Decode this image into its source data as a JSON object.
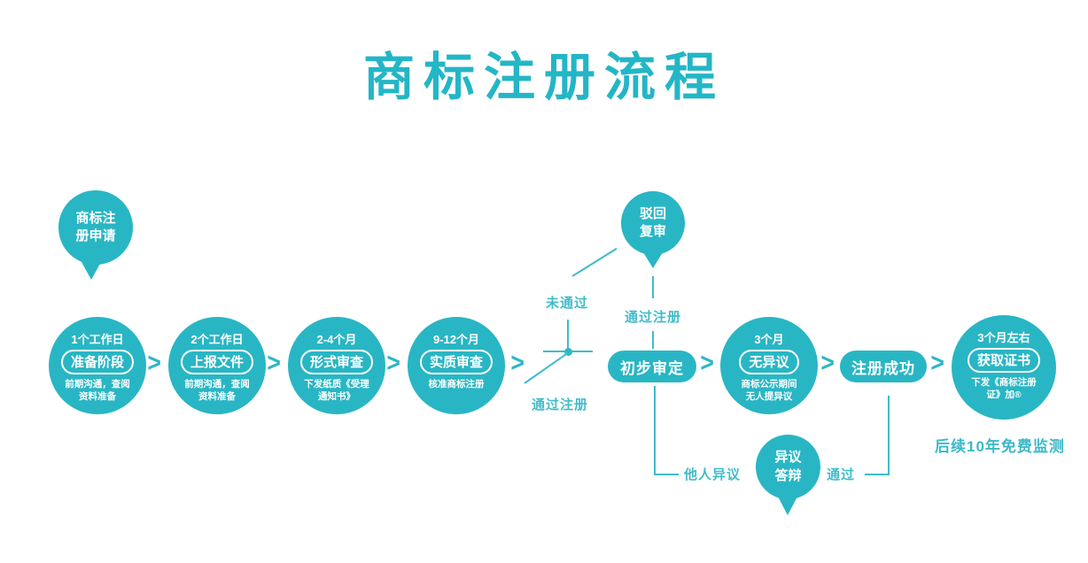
{
  "title": "商标注册流程",
  "colors": {
    "primary": "#29b6c4",
    "label": "#3fbcca"
  },
  "arrow": {
    "glyph": ">"
  },
  "balloons": {
    "start": "商标注\n册申请",
    "rejection": "驳回\n复审",
    "objection": "异议\n答辩"
  },
  "steps": [
    {
      "duration": "1个工作日",
      "label": "准备阶段",
      "desc": "前期沟通，查阅\n资料准备"
    },
    {
      "duration": "2个工作日",
      "label": "上报文件",
      "desc": "前期沟通，查阅\n资料准备"
    },
    {
      "duration": "2-4个月",
      "label": "形式审查",
      "desc": "下发纸质《受理\n通知书》"
    },
    {
      "duration": "9-12个月",
      "label": "实质审查",
      "desc": "核准商标注册"
    },
    {
      "duration": "3个月",
      "label": "无异议",
      "desc": "商标公示期间\n无人提异议"
    },
    {
      "duration": "3个月左右",
      "label": "获取证书",
      "desc": "下发《商标注册\n证》加®"
    }
  ],
  "pills": {
    "preliminary": "初步审定",
    "success": "注册成功"
  },
  "edge_labels": {
    "not_passed": "未通过",
    "passed_top": "通过注册",
    "passed_bottom": "通过注册",
    "others_objection": "他人异议",
    "passed": "通过"
  },
  "footnote": "后续10年免费监测"
}
